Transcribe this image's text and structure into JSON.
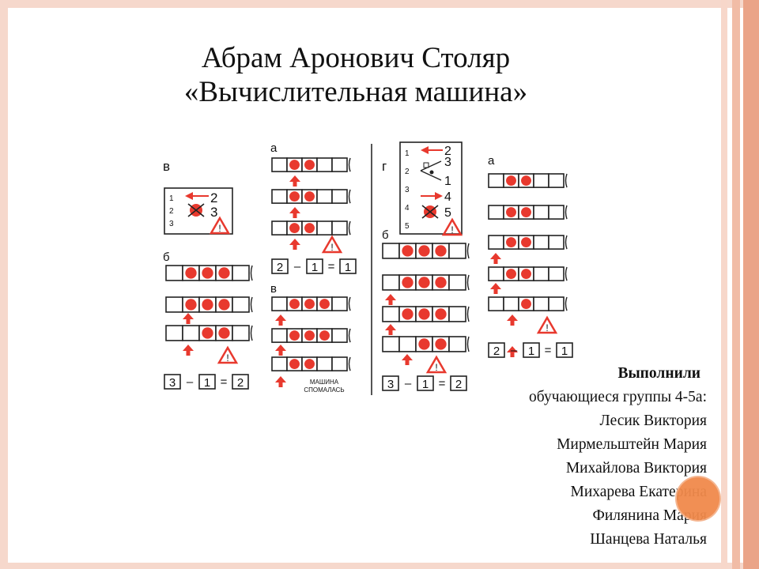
{
  "title": {
    "line1": "Абрам Аронович Столяр",
    "line2": "«Вычислительная машина»"
  },
  "figure": {
    "panel_letters": {
      "v": "в",
      "a1": "а",
      "b1": "б",
      "v2": "в",
      "g": "г",
      "b2": "б",
      "a2": "а"
    },
    "box_left": {
      "rows": [
        "1",
        "2",
        "3"
      ],
      "nums": [
        "2",
        "3"
      ]
    },
    "box_right": {
      "rows": [
        "1",
        "2",
        "3",
        "4",
        "5"
      ],
      "nums": [
        "2",
        "3",
        "1",
        "4",
        "5"
      ]
    },
    "eq1": {
      "a": "3",
      "op": "–",
      "b": "1",
      "eq": "=",
      "c": "2"
    },
    "eq2": {
      "a": "2",
      "op": "–",
      "b": "1",
      "eq": "=",
      "c": "1"
    },
    "eq3": {
      "a": "3",
      "op": "–",
      "b": "1",
      "eq": "=",
      "c": "2"
    },
    "eq4": {
      "a": "2",
      "op": "–",
      "b": "1",
      "eq": "=",
      "c": "1"
    },
    "broken_line1": "МАШИНА",
    "broken_line2": "СПОМАЛАСЬ",
    "colors": {
      "counter": "#e8392e",
      "arrow": "#e8392e",
      "line": "#222222"
    }
  },
  "credits": {
    "heading": "Выполнили",
    "group": "обучающиеся группы 4-5а:",
    "names": [
      "Лесик Виктория",
      "Мирмельштейн Мария",
      "Михайлова Виктория",
      "Михарева Екатерина",
      "Филянина Мария",
      "Шанцева Наталья"
    ]
  },
  "theme": {
    "frame": "#f6d8cc",
    "stripe1": "#f3c3b0",
    "stripe2": "#e9a287",
    "accent_dot": "#f18a4b"
  }
}
